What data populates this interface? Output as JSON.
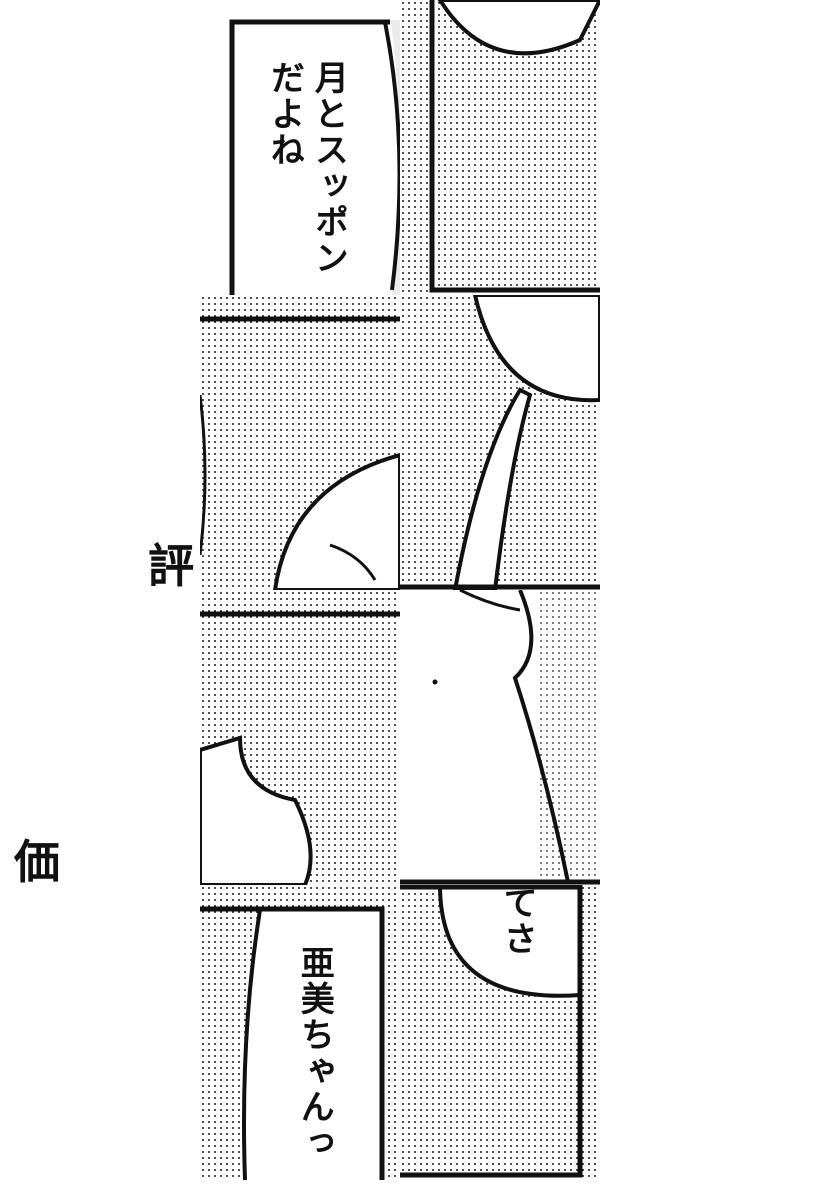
{
  "panels": {
    "bubble_top": {
      "line1": "月とスッポン",
      "line2": "だよね"
    },
    "caption_left_1": "評",
    "caption_left_2": "価",
    "bubble_mid": "てさ",
    "bubble_bottom": "亜美ちゃんっ"
  },
  "colors": {
    "ink": "#111111",
    "paper": "#ffffff"
  }
}
